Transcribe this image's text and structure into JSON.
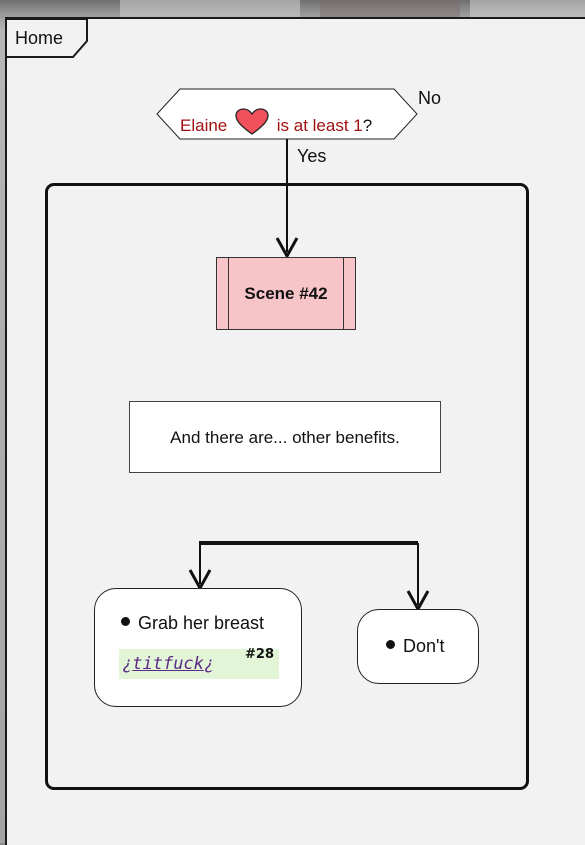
{
  "tab": {
    "label": "Home"
  },
  "decision": {
    "name": "Elaine",
    "icon": "heart-icon",
    "condition": "is at least 1",
    "question_mark": "?",
    "no_label": "No",
    "yes_label": "Yes"
  },
  "scene": {
    "label": "Scene #42"
  },
  "text_node": {
    "label": "And there are... other benefits."
  },
  "choices": [
    {
      "label": "Grab her breast",
      "tag_open": "¿",
      "tag": "titfuck",
      "tag_close": "¿",
      "tag_ref": "#28"
    },
    {
      "label": "Don't"
    }
  ],
  "colors": {
    "decision_text": "#a01010",
    "scene_fill": "#f7c4c8",
    "heart": "#f0505a",
    "tag_bg": "#e2f5d6",
    "tag_text": "#5b2a86"
  }
}
